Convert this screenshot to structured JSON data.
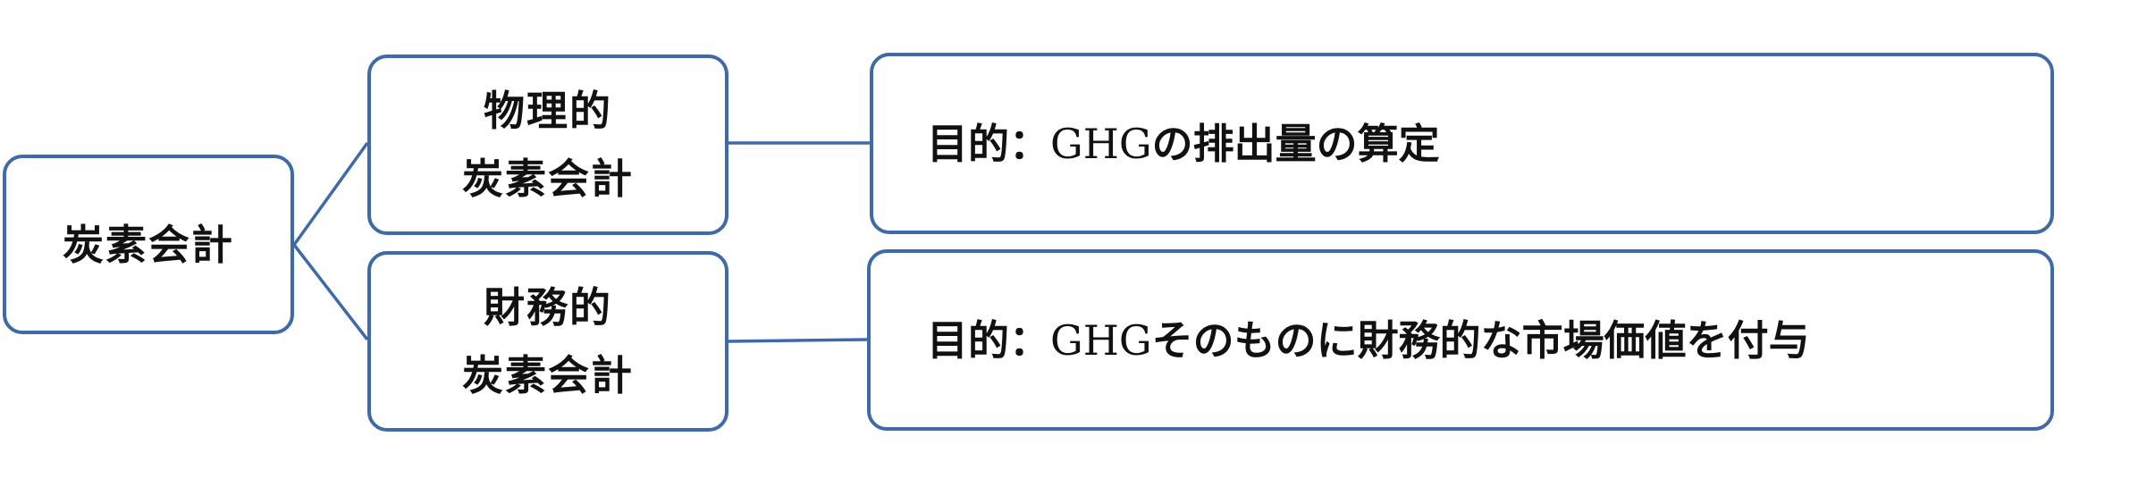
{
  "root": {
    "label": "炭素会計"
  },
  "branches": [
    {
      "label_line1": "物理的",
      "label_line2": "炭素会計",
      "purpose_prefix": "目的：",
      "purpose_ghg": "GHG",
      "purpose_rest": "の排出量の算定"
    },
    {
      "label_line1": "財務的",
      "label_line2": "炭素会計",
      "purpose_prefix": "目的：",
      "purpose_ghg": "GHG",
      "purpose_rest": "そのものに財務的な市場価値を付与"
    }
  ],
  "colors": {
    "border": "#3e6aa8",
    "text": "#111111",
    "background": "#ffffff"
  }
}
